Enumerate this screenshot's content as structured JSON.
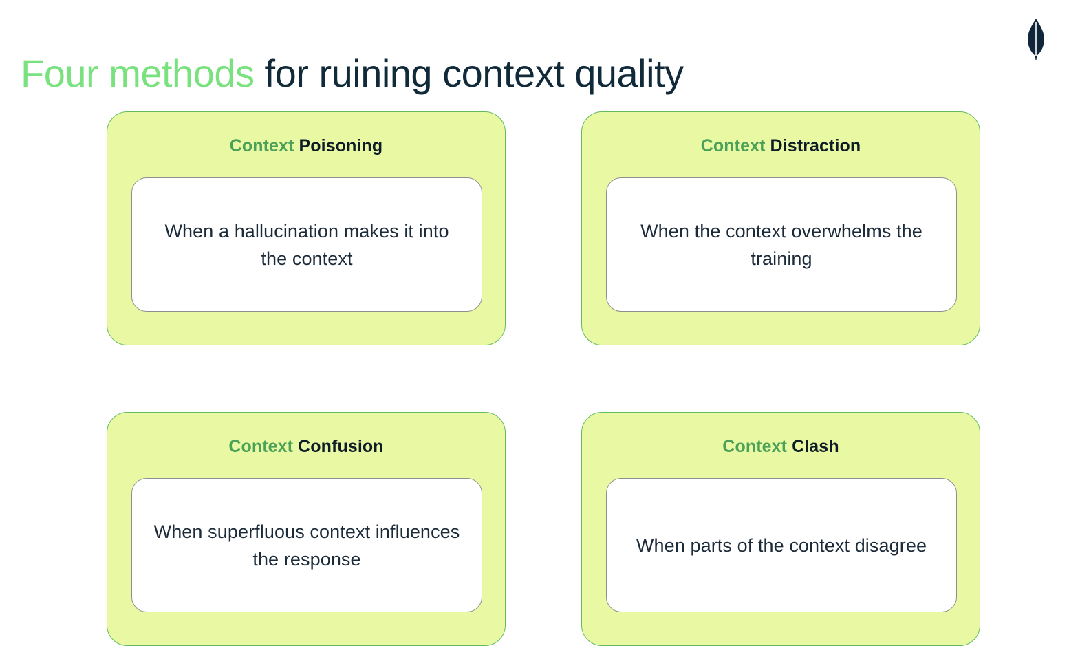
{
  "slide": {
    "title": {
      "accent_text": "Four methods",
      "rest_text": " for ruining context quality",
      "accent_color": "#79E27E",
      "rest_color": "#102A3A"
    },
    "logo": {
      "name": "mongodb-leaf-logo",
      "color": "#10273B"
    },
    "theme": {
      "card_fill": "#E9F9A3",
      "card_border": "#63BB5E",
      "inner_fill": "#FFFFFF",
      "inner_border": "#8E8E8E",
      "keyword_green": "#4CA158",
      "term_navy": "#0E1C28",
      "body_text": "#1C2B3A",
      "background": "#FFFFFF"
    },
    "cards": [
      {
        "keyword": "Context",
        "term": " Poisoning",
        "description": "When a hallucination makes it into the context"
      },
      {
        "keyword": "Context",
        "term": " Distraction",
        "description": "When the context overwhelms the training"
      },
      {
        "keyword": "Context",
        "term": " Confusion",
        "description": "When superfluous context influences the response"
      },
      {
        "keyword": "Context",
        "term": " Clash",
        "description": "When parts of the context disagree"
      }
    ]
  }
}
